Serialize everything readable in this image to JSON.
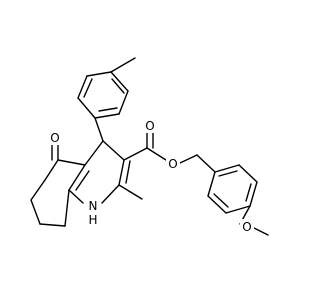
{
  "structure": {
    "atoms": {
      "O_ketone": "O",
      "O_ester_carbonyl": "O",
      "O_ester_link": "O",
      "O_methoxy": "O",
      "N_ring": "N",
      "H_on_N": "H"
    },
    "colors": {
      "bond": "#000000",
      "label": "#000000",
      "background": "#ffffff"
    }
  }
}
